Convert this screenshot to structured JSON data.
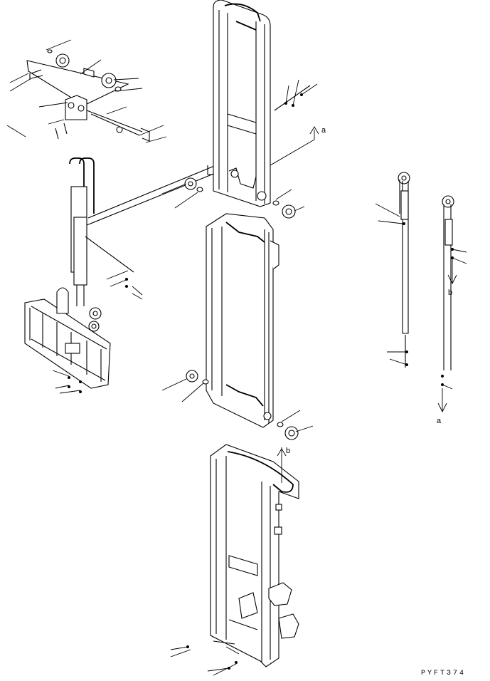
{
  "labels": {
    "ref_a_top": "a",
    "ref_b_right": "b",
    "ref_a_bottom": "a",
    "ref_b_inner": "b"
  },
  "drawing_code": "PYFT374"
}
